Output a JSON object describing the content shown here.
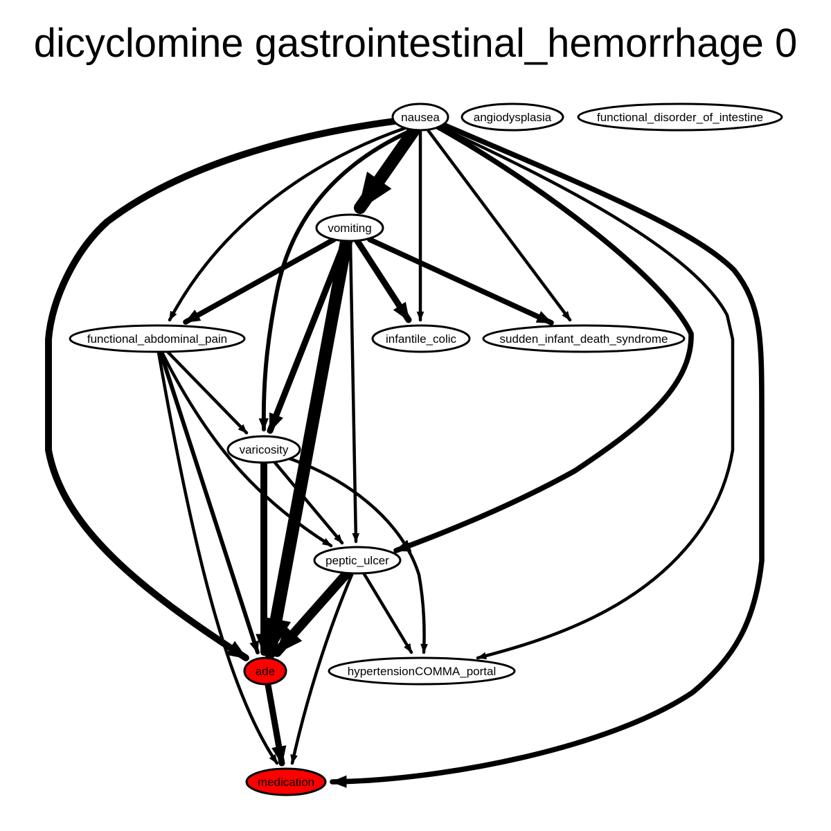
{
  "title": "dicyclomine gastrointestinal_hemorrhage 0",
  "colors": {
    "highlight": "#ff0000",
    "normal": "#ffffff",
    "stroke": "#000000"
  },
  "nodes": [
    {
      "id": "nausea",
      "label": "nausea",
      "highlight": false
    },
    {
      "id": "angiodysplasia",
      "label": "angiodysplasia",
      "highlight": false
    },
    {
      "id": "functional_disorder_of_intestine",
      "label": "functional_disorder_of_intestine",
      "highlight": false
    },
    {
      "id": "vomiting",
      "label": "vomiting",
      "highlight": false
    },
    {
      "id": "functional_abdominal_pain",
      "label": "functional_abdominal_pain",
      "highlight": false
    },
    {
      "id": "infantile_colic",
      "label": "infantile_colic",
      "highlight": false
    },
    {
      "id": "sudden_infant_death_syndrome",
      "label": "sudden_infant_death_syndrome",
      "highlight": false
    },
    {
      "id": "varicosity",
      "label": "varicosity",
      "highlight": false
    },
    {
      "id": "peptic_ulcer",
      "label": "peptic_ulcer",
      "highlight": false
    },
    {
      "id": "ade",
      "label": "ade",
      "highlight": true
    },
    {
      "id": "hypertensionCOMMA_portal",
      "label": "hypertensionCOMMA_portal",
      "highlight": false
    },
    {
      "id": "medication",
      "label": "medication",
      "highlight": true
    }
  ],
  "edges": [
    {
      "from": "nausea",
      "to": "vomiting",
      "weight": 4
    },
    {
      "from": "nausea",
      "to": "functional_abdominal_pain",
      "weight": 1
    },
    {
      "from": "nausea",
      "to": "varicosity",
      "weight": 1.3
    },
    {
      "from": "nausea",
      "to": "infantile_colic",
      "weight": 1
    },
    {
      "from": "nausea",
      "to": "sudden_infant_death_syndrome",
      "weight": 1
    },
    {
      "from": "nausea",
      "to": "peptic_ulcer",
      "weight": 1.7
    },
    {
      "from": "nausea",
      "to": "ade",
      "weight": 2.2
    },
    {
      "from": "nausea",
      "to": "hypertensionCOMMA_portal",
      "weight": 1
    },
    {
      "from": "nausea",
      "to": "medication",
      "weight": 1.7
    },
    {
      "from": "vomiting",
      "to": "functional_abdominal_pain",
      "weight": 1.7
    },
    {
      "from": "vomiting",
      "to": "infantile_colic",
      "weight": 2
    },
    {
      "from": "vomiting",
      "to": "sudden_infant_death_syndrome",
      "weight": 1.7
    },
    {
      "from": "vomiting",
      "to": "varicosity",
      "weight": 2
    },
    {
      "from": "vomiting",
      "to": "peptic_ulcer",
      "weight": 1
    },
    {
      "from": "vomiting",
      "to": "ade",
      "weight": 4
    },
    {
      "from": "functional_abdominal_pain",
      "to": "varicosity",
      "weight": 1
    },
    {
      "from": "functional_abdominal_pain",
      "to": "peptic_ulcer",
      "weight": 1
    },
    {
      "from": "functional_abdominal_pain",
      "to": "ade",
      "weight": 1.3
    },
    {
      "from": "functional_abdominal_pain",
      "to": "medication",
      "weight": 1
    },
    {
      "from": "varicosity",
      "to": "ade",
      "weight": 2.2
    },
    {
      "from": "varicosity",
      "to": "peptic_ulcer",
      "weight": 1
    },
    {
      "from": "varicosity",
      "to": "hypertensionCOMMA_portal",
      "weight": 1
    },
    {
      "from": "peptic_ulcer",
      "to": "ade",
      "weight": 3
    },
    {
      "from": "peptic_ulcer",
      "to": "hypertensionCOMMA_portal",
      "weight": 1
    },
    {
      "from": "peptic_ulcer",
      "to": "medication",
      "weight": 1
    },
    {
      "from": "ade",
      "to": "medication",
      "weight": 2
    }
  ]
}
